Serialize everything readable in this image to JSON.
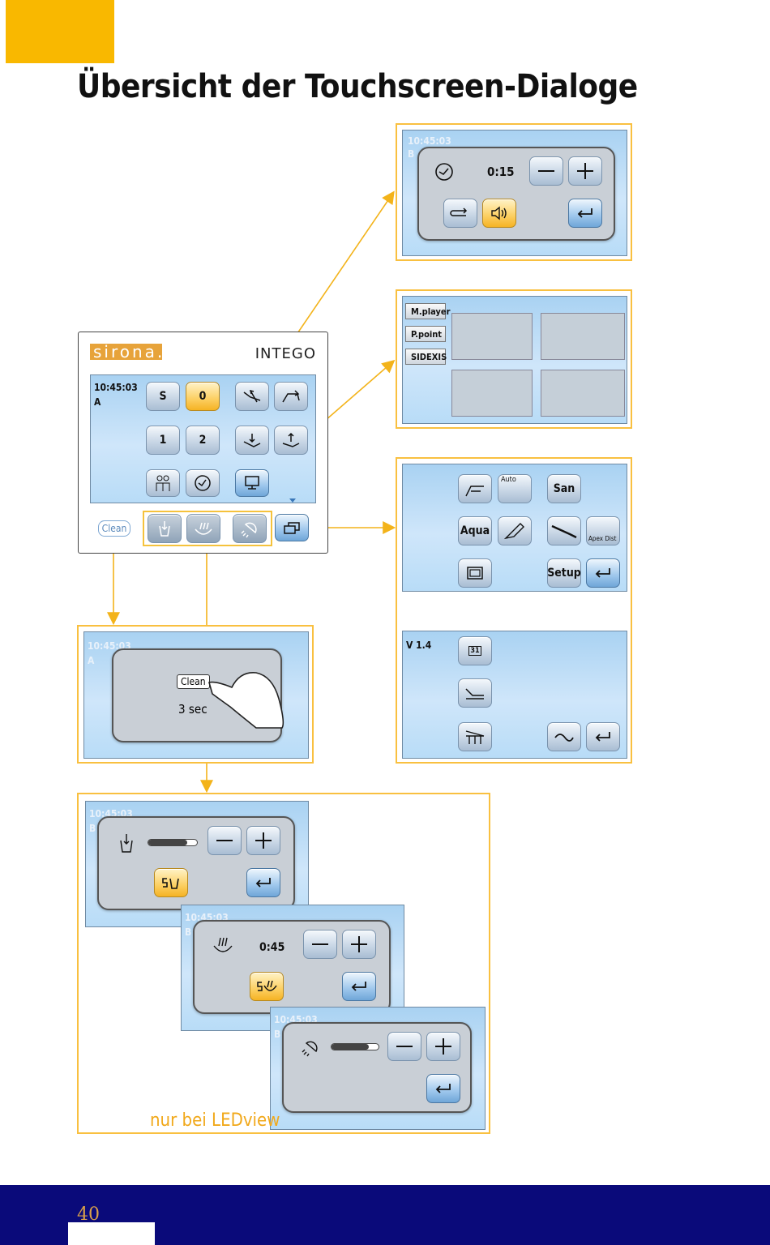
{
  "header": {
    "title": "Übersicht der Touchscreen-Dialoge"
  },
  "device": {
    "logo": "sirona.",
    "brand": "INTEGO",
    "time": "10:45:03",
    "chair": "A",
    "programs": [
      "S",
      "0",
      "1",
      "2"
    ],
    "clean_label": "Clean"
  },
  "timer_dialog": {
    "time": "10:45:03",
    "chair": "B",
    "value": "0:15"
  },
  "media_dialog": {
    "tabs": [
      "M.player",
      "P.point",
      "SIDEXIS"
    ]
  },
  "menu_dialog": {
    "labels": [
      "Auto",
      "San",
      "Aqua",
      "Apex Dist",
      "Setup"
    ]
  },
  "setup_dialog": {
    "version": "V 1.4",
    "calendar_day": "31"
  },
  "clean_dialog": {
    "time": "10:45:03",
    "chair": "A",
    "button": "Clean",
    "text": "3 sec"
  },
  "cup_dialog": {
    "time": "10:45:03",
    "chair": "B",
    "fill_level": 0.8
  },
  "bowl_dialog": {
    "time": "10:45:03",
    "chair": "B",
    "value": "0:45"
  },
  "light_dialog": {
    "time": "10:45:03",
    "chair": "B",
    "level": 0.8
  },
  "footer": {
    "note": "nur bei LEDview",
    "page": "40"
  },
  "colors": {
    "accent": "#f9b800",
    "footer": "#0a0a7a",
    "screen": "#bcdcf6"
  }
}
